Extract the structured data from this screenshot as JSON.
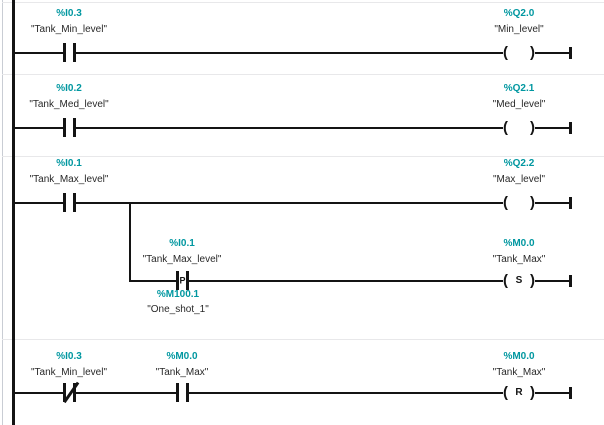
{
  "colors": {
    "operand_address": "#0097a0",
    "operand_name": "#282828",
    "wire": "#141414",
    "background": "#ffffff",
    "network_separator": "#e8e8ea"
  },
  "symbols": {
    "coil_open": "(",
    "coil_close": ")"
  },
  "networks": {
    "net1": {
      "input": {
        "address": "%I0.3",
        "name": "\"Tank_Min_level\"",
        "type": "NO contact"
      },
      "output": {
        "address": "%Q2.0",
        "name": "\"Min_level\"",
        "type": "output coil"
      }
    },
    "net2": {
      "input": {
        "address": "%I0.2",
        "name": "\"Tank_Med_level\"",
        "type": "NO contact"
      },
      "output": {
        "address": "%Q2.1",
        "name": "\"Med_level\"",
        "type": "output coil"
      }
    },
    "net3": {
      "input": {
        "address": "%I0.1",
        "name": "\"Tank_Max_level\"",
        "type": "NO contact"
      },
      "output": {
        "address": "%Q2.2",
        "name": "\"Max_level\"",
        "type": "output coil"
      },
      "branch": {
        "edge_contact": {
          "address": "%I0.1",
          "name": "\"Tank_Max_level\"",
          "symbol": "P",
          "type": "positive edge contact"
        },
        "edge_memory": {
          "address": "%M100.1",
          "name": "\"One_shot_1\""
        },
        "set_coil": {
          "address": "%M0.0",
          "name": "\"Tank_Max\"",
          "symbol": "S",
          "type": "set coil"
        }
      }
    },
    "net4": {
      "input1": {
        "address": "%I0.3",
        "name": "\"Tank_Min_level\"",
        "type": "NC contact"
      },
      "input2": {
        "address": "%M0.0",
        "name": "\"Tank_Max\"",
        "type": "NO contact"
      },
      "output": {
        "address": "%M0.0",
        "name": "\"Tank_Max\"",
        "symbol": "R",
        "type": "reset coil"
      }
    }
  }
}
